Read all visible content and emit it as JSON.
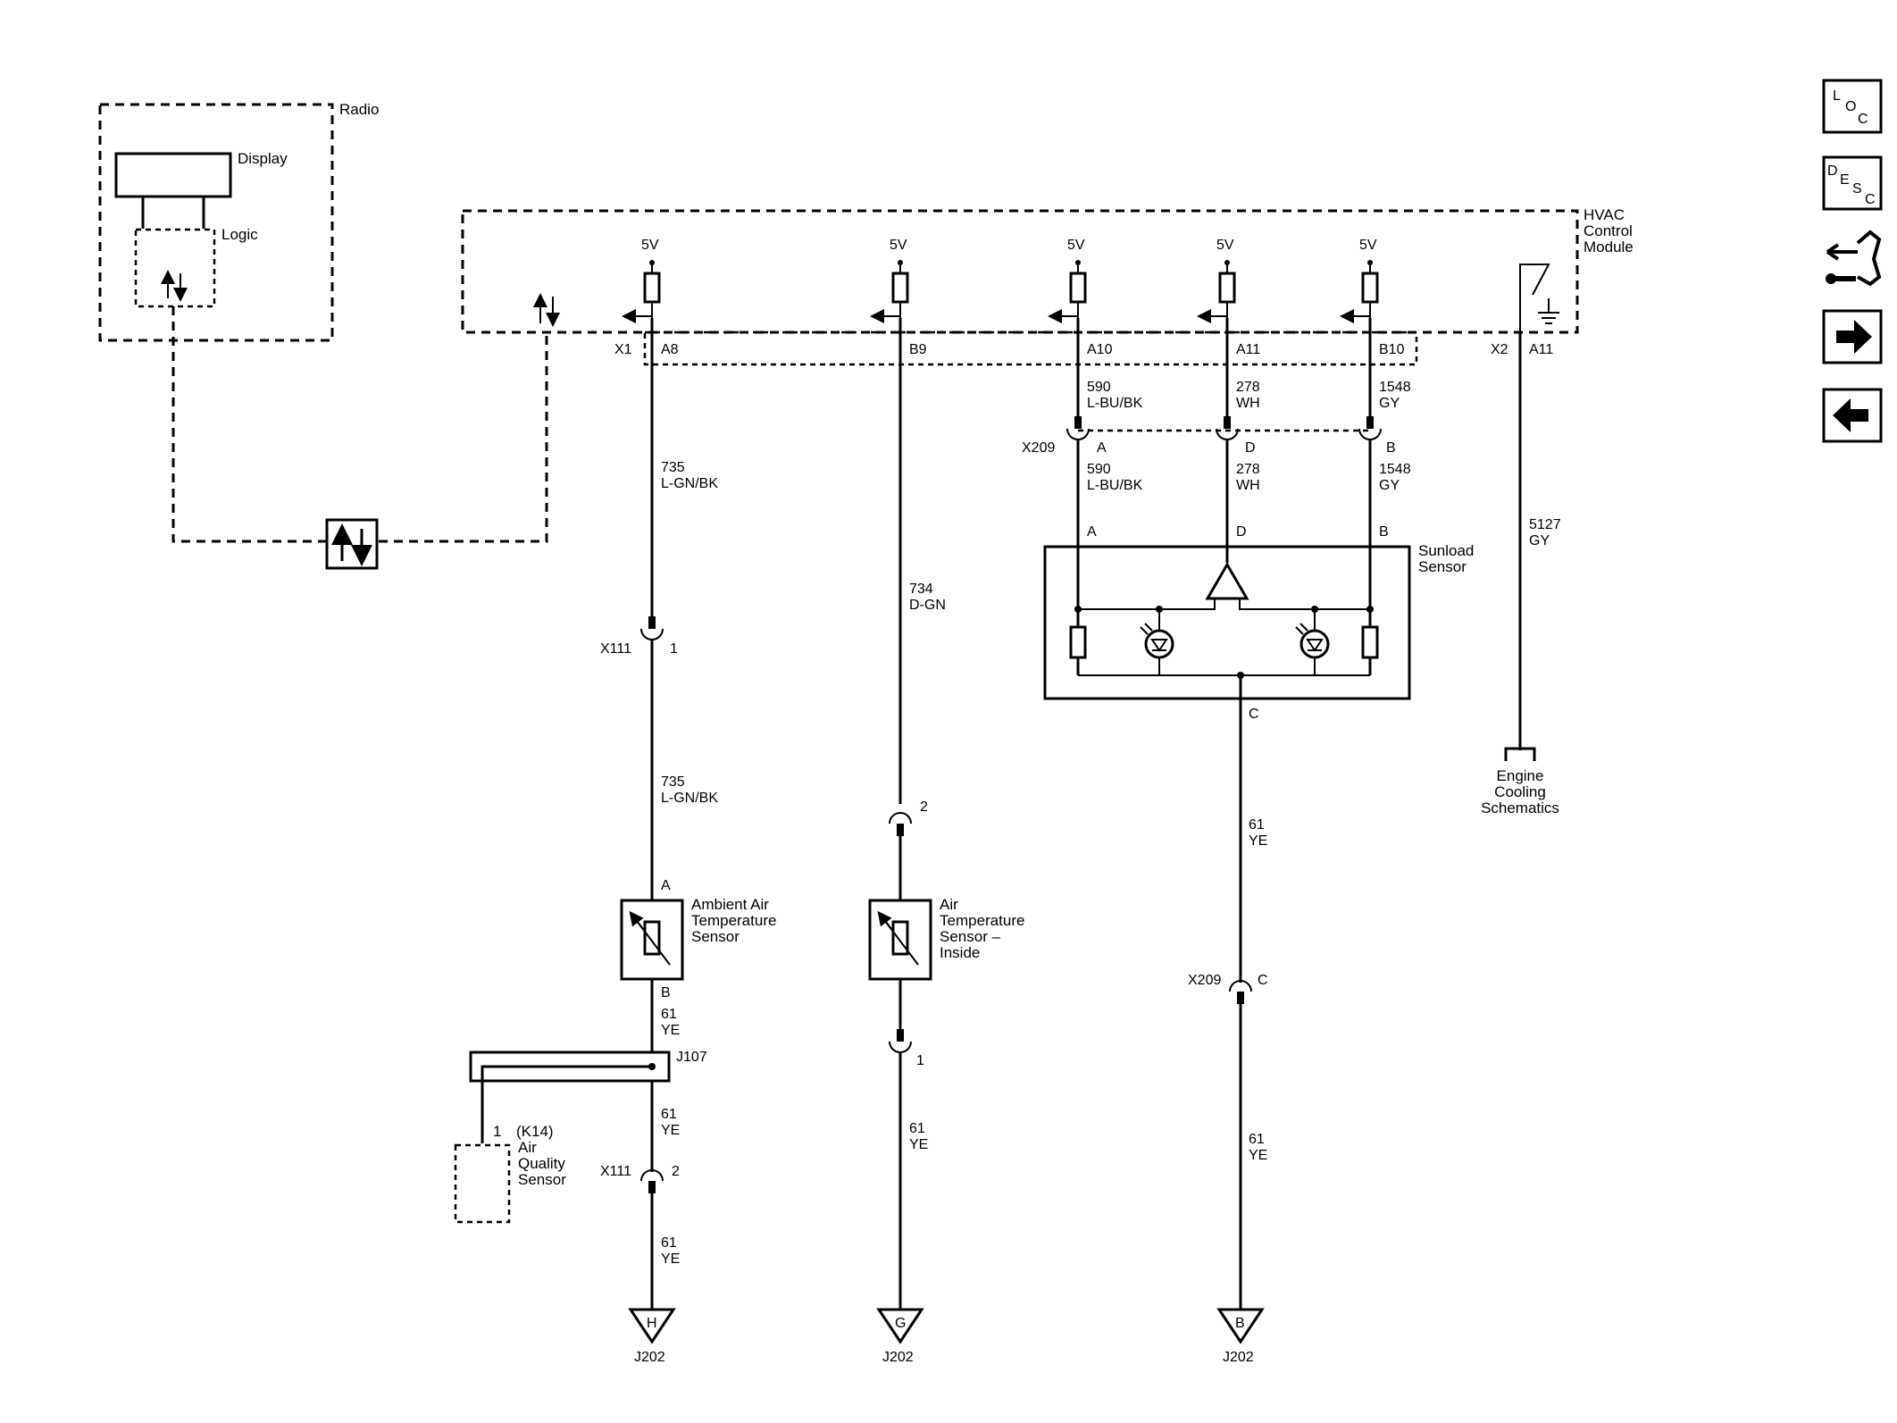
{
  "modules": {
    "radio": "Radio",
    "display": "Display",
    "logic": "Logic",
    "hvac": [
      "HVAC",
      "Control",
      "Module"
    ]
  },
  "supply": "5V",
  "connectors": {
    "x1": "X1",
    "x2": "X2",
    "x111": "X111",
    "x209": "X209",
    "j107": "J107",
    "j202": "J202",
    "pins": {
      "a8": "A8",
      "b9": "B9",
      "a10": "A10",
      "a11": "A11",
      "b10": "B10",
      "a11_x2": "A11",
      "x209_a": "A",
      "x209_d": "D",
      "x209_b": "B",
      "x209_c": "C",
      "x111_1": "1",
      "x111_2": "2",
      "inside_2": "2",
      "inside_1": "1",
      "ambient_a": "A",
      "ambient_b": "B",
      "sun_a": "A",
      "sun_d": "D",
      "sun_b": "B",
      "sun_c": "C",
      "aq_1": "1"
    }
  },
  "wires": {
    "w735": [
      "735",
      "L-GN/BK"
    ],
    "w734": [
      "734",
      "D-GN"
    ],
    "w590": [
      "590",
      "L-BU/BK"
    ],
    "w278": [
      "278",
      "WH"
    ],
    "w1548": [
      "1548",
      "GY"
    ],
    "w5127": [
      "5127",
      "GY"
    ],
    "w61": [
      "61",
      "YE"
    ]
  },
  "components": {
    "ambient": [
      "Ambient Air",
      "Temperature",
      "Sensor"
    ],
    "inside": [
      "Air",
      "Temperature",
      "Sensor –",
      "Inside"
    ],
    "sunload": [
      "Sunload",
      "Sensor"
    ],
    "air_quality": [
      "(K14)",
      "Air",
      "Quality",
      "Sensor"
    ],
    "engine_cooling": [
      "Engine",
      "Cooling",
      "Schematics"
    ]
  },
  "grounds": {
    "h": "H",
    "g": "G",
    "b": "B"
  },
  "nav": {
    "loc": [
      "L",
      "O",
      "C"
    ],
    "desc": [
      "D",
      "E",
      "S",
      "C"
    ]
  }
}
